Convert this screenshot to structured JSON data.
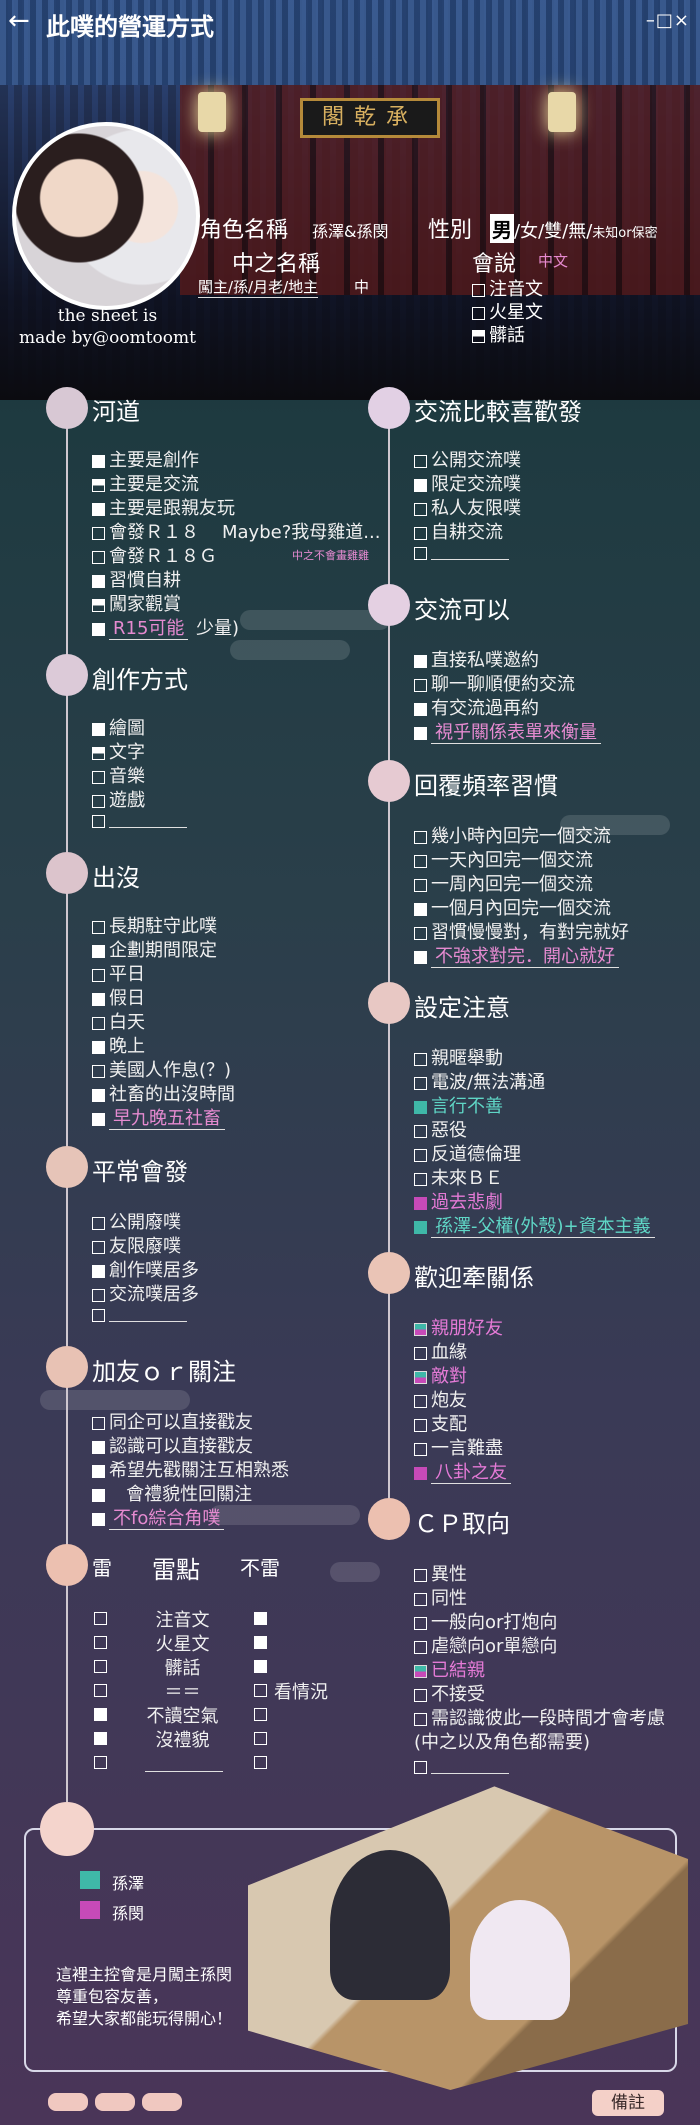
{
  "header": {
    "title": "此噗的營運方式",
    "back_icon": "←",
    "window_controls": "–□×",
    "plaque": "閣乾承",
    "credit": "the sheet is\nmade by@oomtoomt",
    "role_name_label": "角色名稱",
    "role_name_value": "孫澤&孫閔",
    "gender_label": "性別",
    "gender_selected": "男",
    "gender_rest": "/女/雙/無/",
    "gender_small": "未知or保密",
    "nick_label": "中之名稱",
    "nick_value": "闖主/孫/月老/地主",
    "nick_suffix": "中",
    "speak_label": "會說",
    "speak_value": "中文",
    "speak_opts": [
      "注音文",
      "火星文",
      "髒話"
    ]
  },
  "sections": {
    "river": {
      "title": "河道",
      "items": [
        "主要是創作",
        "主要是交流",
        "主要是跟親友玩",
        "會發Ｒ１８",
        "會發Ｒ１８Ｇ",
        "習慣自耕",
        "闖家觀賞",
        "R15可能"
      ],
      "r18_note": "Maybe?我母雞道...",
      "r18g_note": "中之不會畫雞雞",
      "r15_suffix": "少量)"
    },
    "create": {
      "title": "創作方式",
      "items": [
        "繪圖",
        "文字",
        "音樂",
        "遊戲"
      ]
    },
    "appear": {
      "title": "出沒",
      "items": [
        "長期駐守此噗",
        "企劃期間限定",
        "平日",
        "假日",
        "白天",
        "晚上",
        "美國人作息(？)",
        "社畜的出沒時間",
        "早九晚五社畜"
      ]
    },
    "usual": {
      "title": "平常會發",
      "items": [
        "公開廢噗",
        "友限廢噗",
        "創作噗居多",
        "交流噗居多"
      ]
    },
    "friend": {
      "title": "加友ｏｒ關注",
      "items": [
        "同企可以直接戳友",
        "認識可以直接戳友",
        "希望先戳關注互相熟悉",
        "會禮貌性回關注",
        "不fo綜合角噗"
      ]
    },
    "mine": {
      "title_left": "雷",
      "title_mid": "雷點",
      "title_right": "不雷",
      "rows": [
        "注音文",
        "火星文",
        "髒話",
        "＝＝",
        "不讀空氣",
        "沒禮貌"
      ],
      "extra": "看情況"
    },
    "exchange": {
      "title": "交流比較喜歡發",
      "items": [
        "公開交流噗",
        "限定交流噗",
        "私人友限噗",
        "自耕交流"
      ]
    },
    "exok": {
      "title": "交流可以",
      "items": [
        "直接私噗邀約",
        "聊一聊順便約交流",
        "有交流過再約",
        "視乎關係表單來衡量"
      ]
    },
    "reply": {
      "title": "回覆頻率習慣",
      "items": [
        "幾小時內回完一個交流",
        "一天內回完一個交流",
        "一周內回完一個交流",
        "一個月內回完一個交流",
        "習慣慢慢對，有對完就好",
        "不強求對完．開心就好"
      ]
    },
    "setting": {
      "title": "設定注意",
      "items": [
        "親暱舉動",
        "電波/無法溝通",
        "言行不善",
        "惡役",
        "反道德倫理",
        "未來ＢＥ",
        "過去悲劇",
        "孫澤-父權(外殼)+資本主義"
      ]
    },
    "welcome": {
      "title": "歡迎牽關係",
      "items": [
        "親朋好友",
        "血緣",
        "敵對",
        "炮友",
        "支配",
        "一言難盡",
        "八卦之友"
      ]
    },
    "cp": {
      "title": "ＣＰ取向",
      "items": [
        "異性",
        "同性",
        "一般向or打炮向",
        "虐戀向or單戀向",
        "已結親",
        "不接受",
        "需認識彼此一段時間才會考慮",
        "(中之以及角色都需要)"
      ]
    }
  },
  "footer": {
    "legend": [
      {
        "name": "孫澤",
        "color": "#3fb8a8"
      },
      {
        "name": "孫閔",
        "color": "#c74ab8"
      }
    ],
    "message": "這裡主控會是月闖主孫閔\n尊重包容友善，\n希望大家都能玩得開心！",
    "remark_button": "備註"
  },
  "colors": {
    "teal": "#3fb8a8",
    "magenta": "#c74ab8",
    "node_left": "#e8c8d0",
    "node_right": "#e4cfe4"
  }
}
